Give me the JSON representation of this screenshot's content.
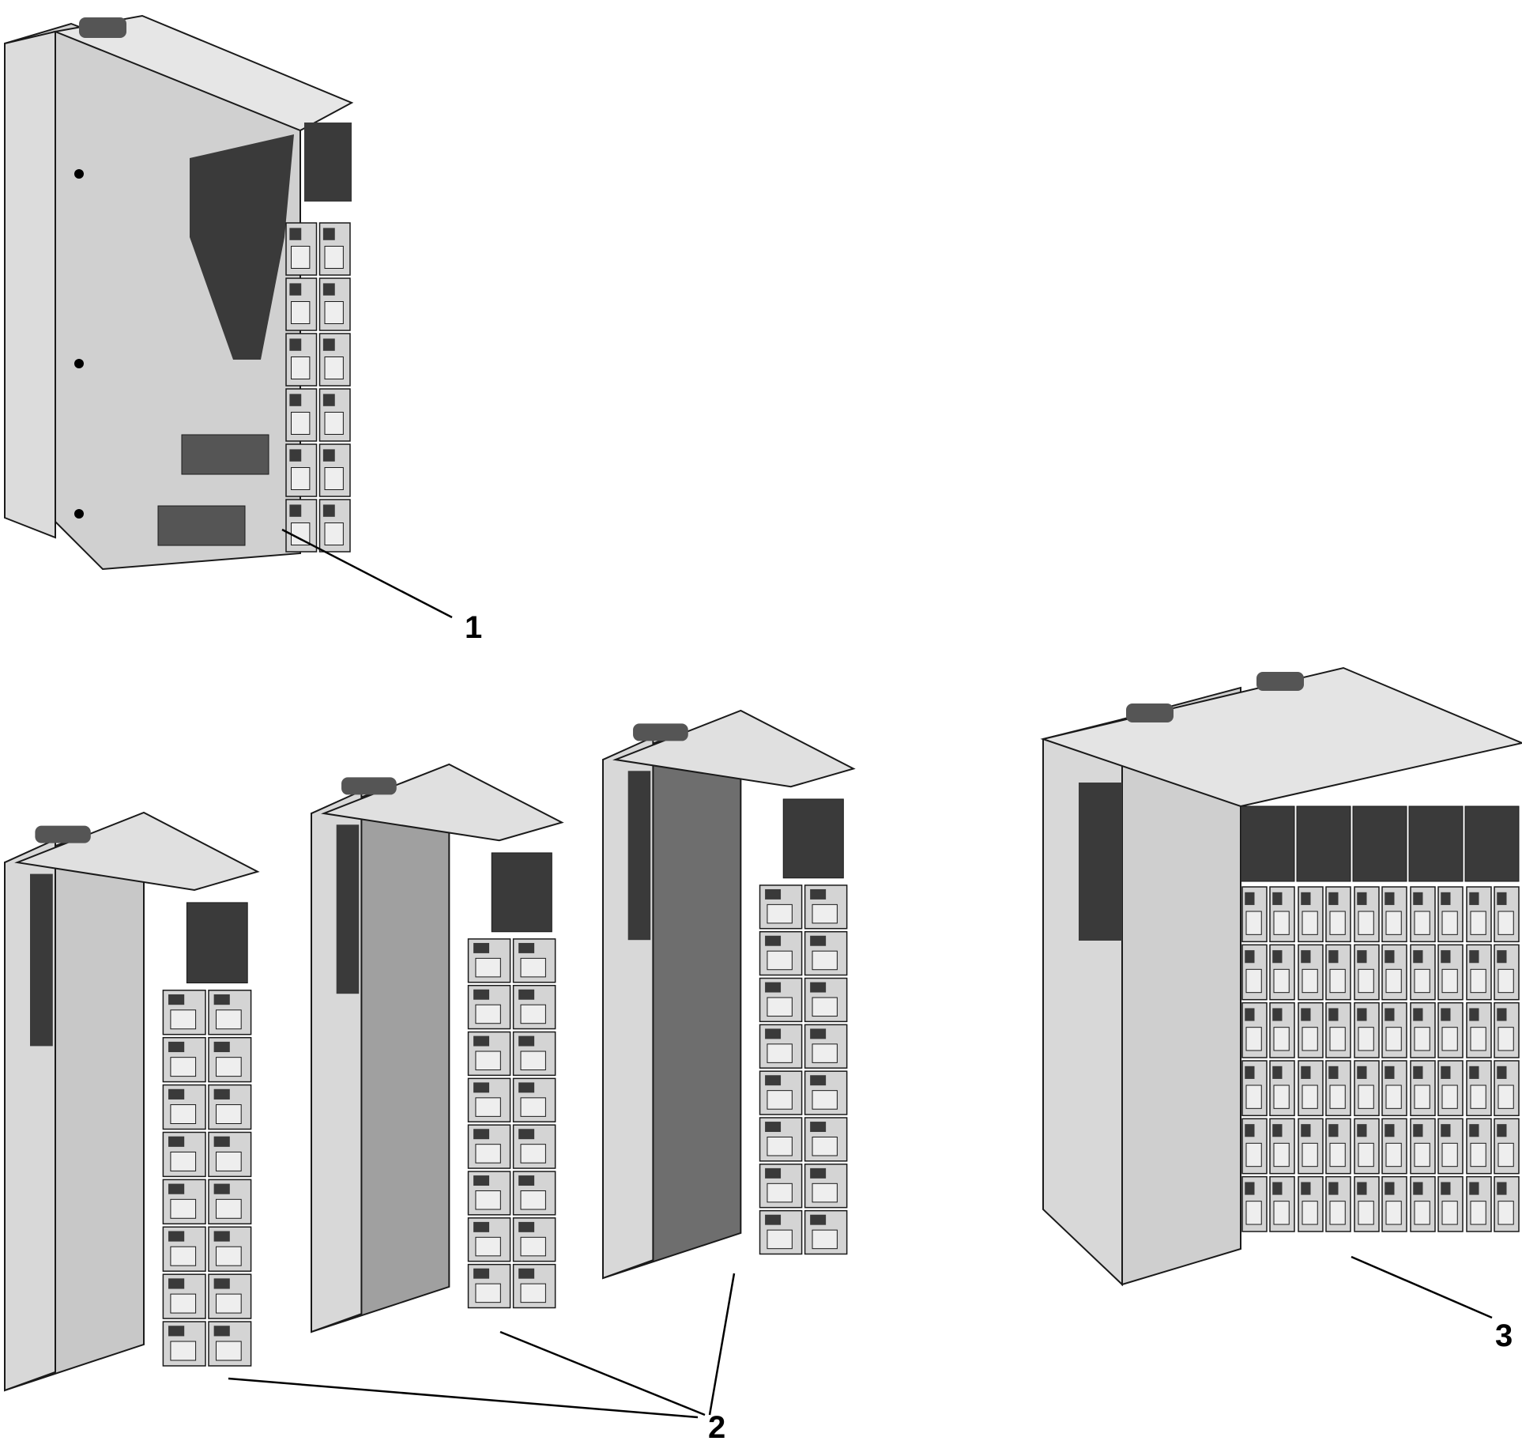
{
  "callouts": [
    {
      "label": "1"
    },
    {
      "label": "2"
    },
    {
      "label": "3"
    }
  ],
  "colors": {
    "light_gray": "#c8c8c8",
    "mid_gray": "#a0a0a0",
    "dark_gray": "#6e6e6e",
    "window_dark": "#3a3a3a",
    "outline": "#1a1a1a"
  }
}
